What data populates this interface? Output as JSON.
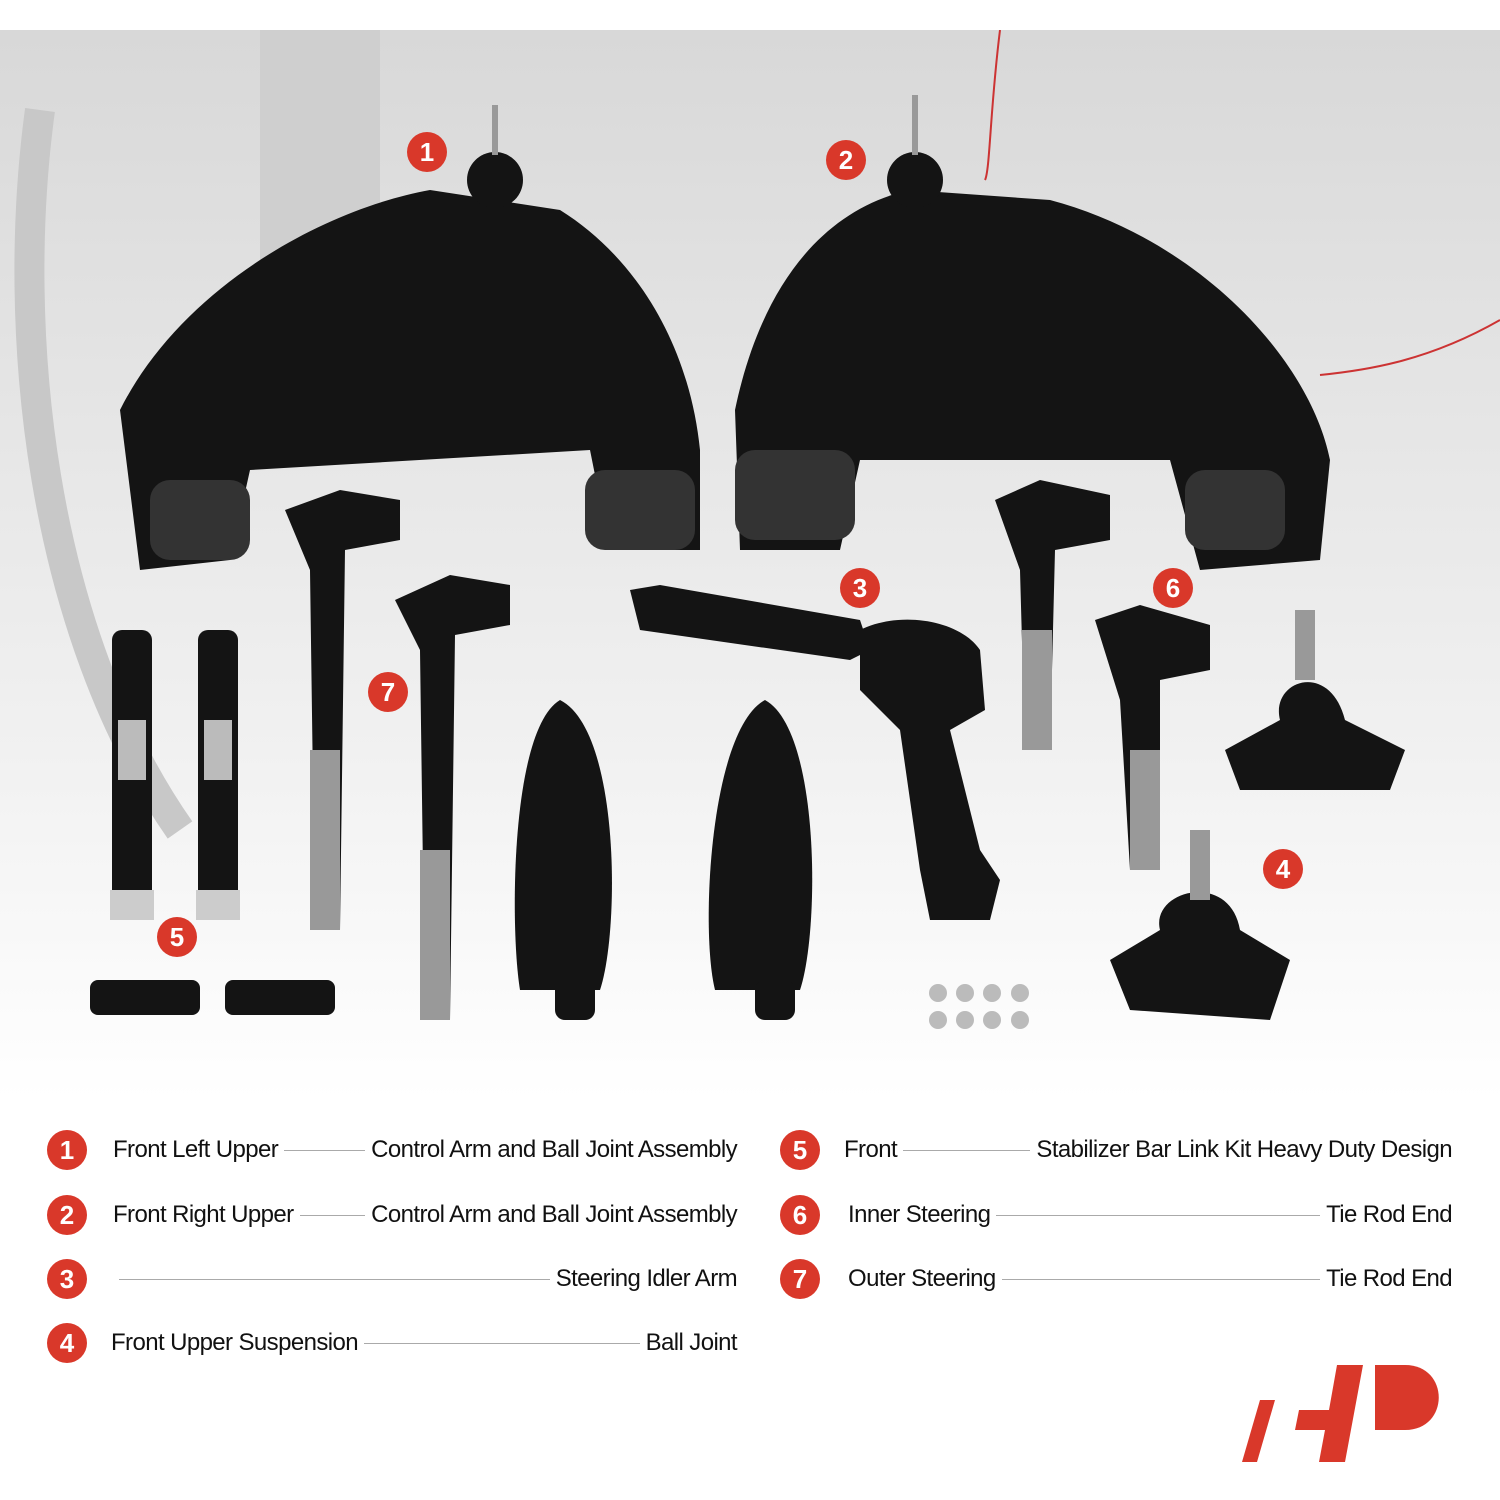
{
  "callouts": [
    "1",
    "2",
    "3",
    "4",
    "5",
    "6",
    "7"
  ],
  "legend": [
    {
      "num": "1",
      "left": "Front Left Upper",
      "right": "Control Arm and Ball Joint Assembly"
    },
    {
      "num": "2",
      "left": "Front Right Upper",
      "right": "Control Arm and Ball Joint Assembly"
    },
    {
      "num": "3",
      "left": "",
      "right": "Steering Idler Arm"
    },
    {
      "num": "4",
      "left": "Front Upper Suspension",
      "right": "Ball Joint"
    },
    {
      "num": "5",
      "left": "Front",
      "right": "Stabilizer Bar Link Kit Heavy Duty Design"
    },
    {
      "num": "6",
      "left": "Inner Steering",
      "right": "Tie Rod End"
    },
    {
      "num": "7",
      "left": "Outer Steering",
      "right": "Tie Rod End"
    }
  ],
  "colors": {
    "accent": "#d9382a",
    "part": "#141414",
    "background": "#e6e6e6"
  },
  "logo": {
    "name": "A-Premium logo"
  }
}
